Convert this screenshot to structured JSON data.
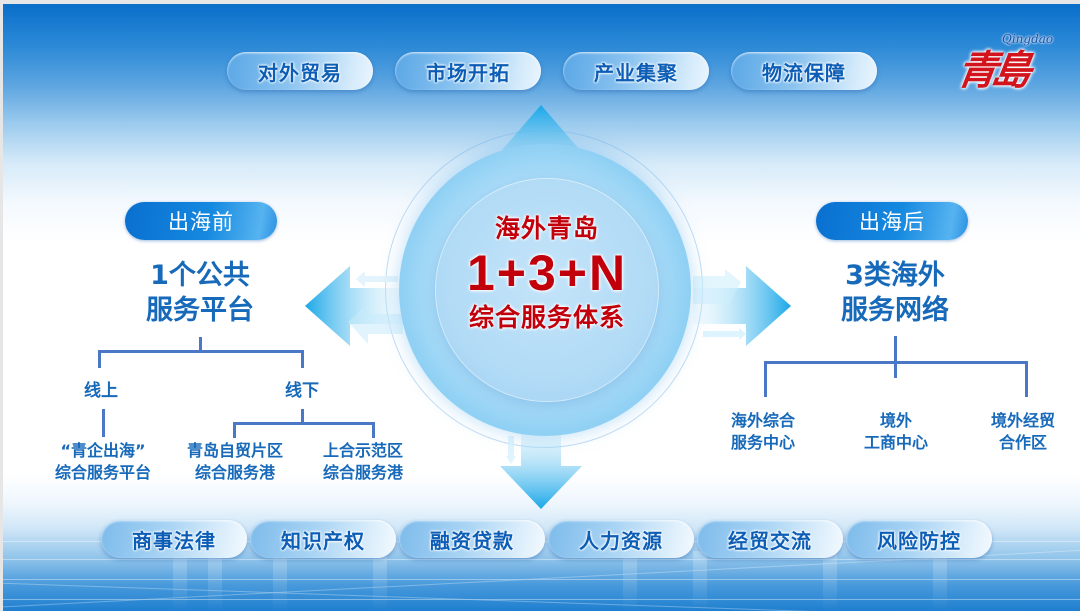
{
  "logo": {
    "chinese": "青島",
    "latin": "Qingdao",
    "color": "#d3141c"
  },
  "top_pills": [
    {
      "label": "对外贸易"
    },
    {
      "label": "市场开拓"
    },
    {
      "label": "产业集聚"
    },
    {
      "label": "物流保障"
    }
  ],
  "center": {
    "line1": "海外青岛",
    "line2": "1+3+N",
    "line3": "综合服务体系",
    "text_color": "#c2000b"
  },
  "left": {
    "phase": "出海前",
    "headline_line1": "1个公共",
    "headline_line2": "服务平台",
    "branches": [
      {
        "label": "线上",
        "children": [
          {
            "line1": "“青企出海”",
            "line2": "综合服务平台"
          }
        ]
      },
      {
        "label": "线下",
        "children": [
          {
            "line1": "青岛自贸片区",
            "line2": "综合服务港"
          },
          {
            "line1": "上合示范区",
            "line2": "综合服务港"
          }
        ]
      }
    ]
  },
  "right": {
    "phase": "出海后",
    "headline_line1": "3类海外",
    "headline_line2": "服务网络",
    "children": [
      {
        "line1": "海外综合",
        "line2": "服务中心"
      },
      {
        "line1": "境外",
        "line2": "工商中心"
      },
      {
        "line1": "境外经贸",
        "line2": "合作区"
      }
    ]
  },
  "bottom_pills": [
    {
      "label": "商事法律"
    },
    {
      "label": "知识产权"
    },
    {
      "label": "融资贷款"
    },
    {
      "label": "人力资源"
    },
    {
      "label": "经贸交流"
    },
    {
      "label": "风险防控"
    }
  ],
  "colors": {
    "primary_blue": "#1769b9",
    "phase_pill_blue": "#0a6fd0",
    "connector": "#4a77c6",
    "arrow_cyan": "#1aa7e8"
  }
}
